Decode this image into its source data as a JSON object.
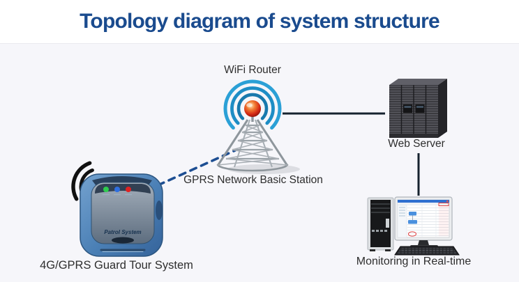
{
  "header": {
    "title": "Topology diagram of system structure"
  },
  "labels": {
    "wifi_router": "WiFi Router",
    "basic_station": "GPRS Network Basic Station",
    "web_server": "Web Server",
    "monitoring": "Monitoring in Real-time",
    "guard_tour": "4G/GPRS Guard Tour System"
  },
  "device": {
    "brand_text": "Patrol System"
  },
  "colors": {
    "title_text": "#1a4b8e",
    "canvas_background": "#f6f6fa",
    "header_background": "#ffffff",
    "label_text": "#2e2e2e",
    "solid_connector": "#16222f",
    "dashed_connector": "#1d4e92",
    "wifi_arc_blue": "#1e8dc5",
    "beacon_red": "#d42814",
    "tower_gray": "#9aa2a8",
    "device_body_blue": "#4a7fb5",
    "device_panel_gray": "#7d8c9c",
    "led_green": "#2ecc4e",
    "led_blue": "#2f6fe0",
    "led_red": "#e02222",
    "server_dark": "#38383d",
    "screen_titlebar_blue": "#2e6fd0",
    "screen_accent_red": "#e03030"
  }
}
